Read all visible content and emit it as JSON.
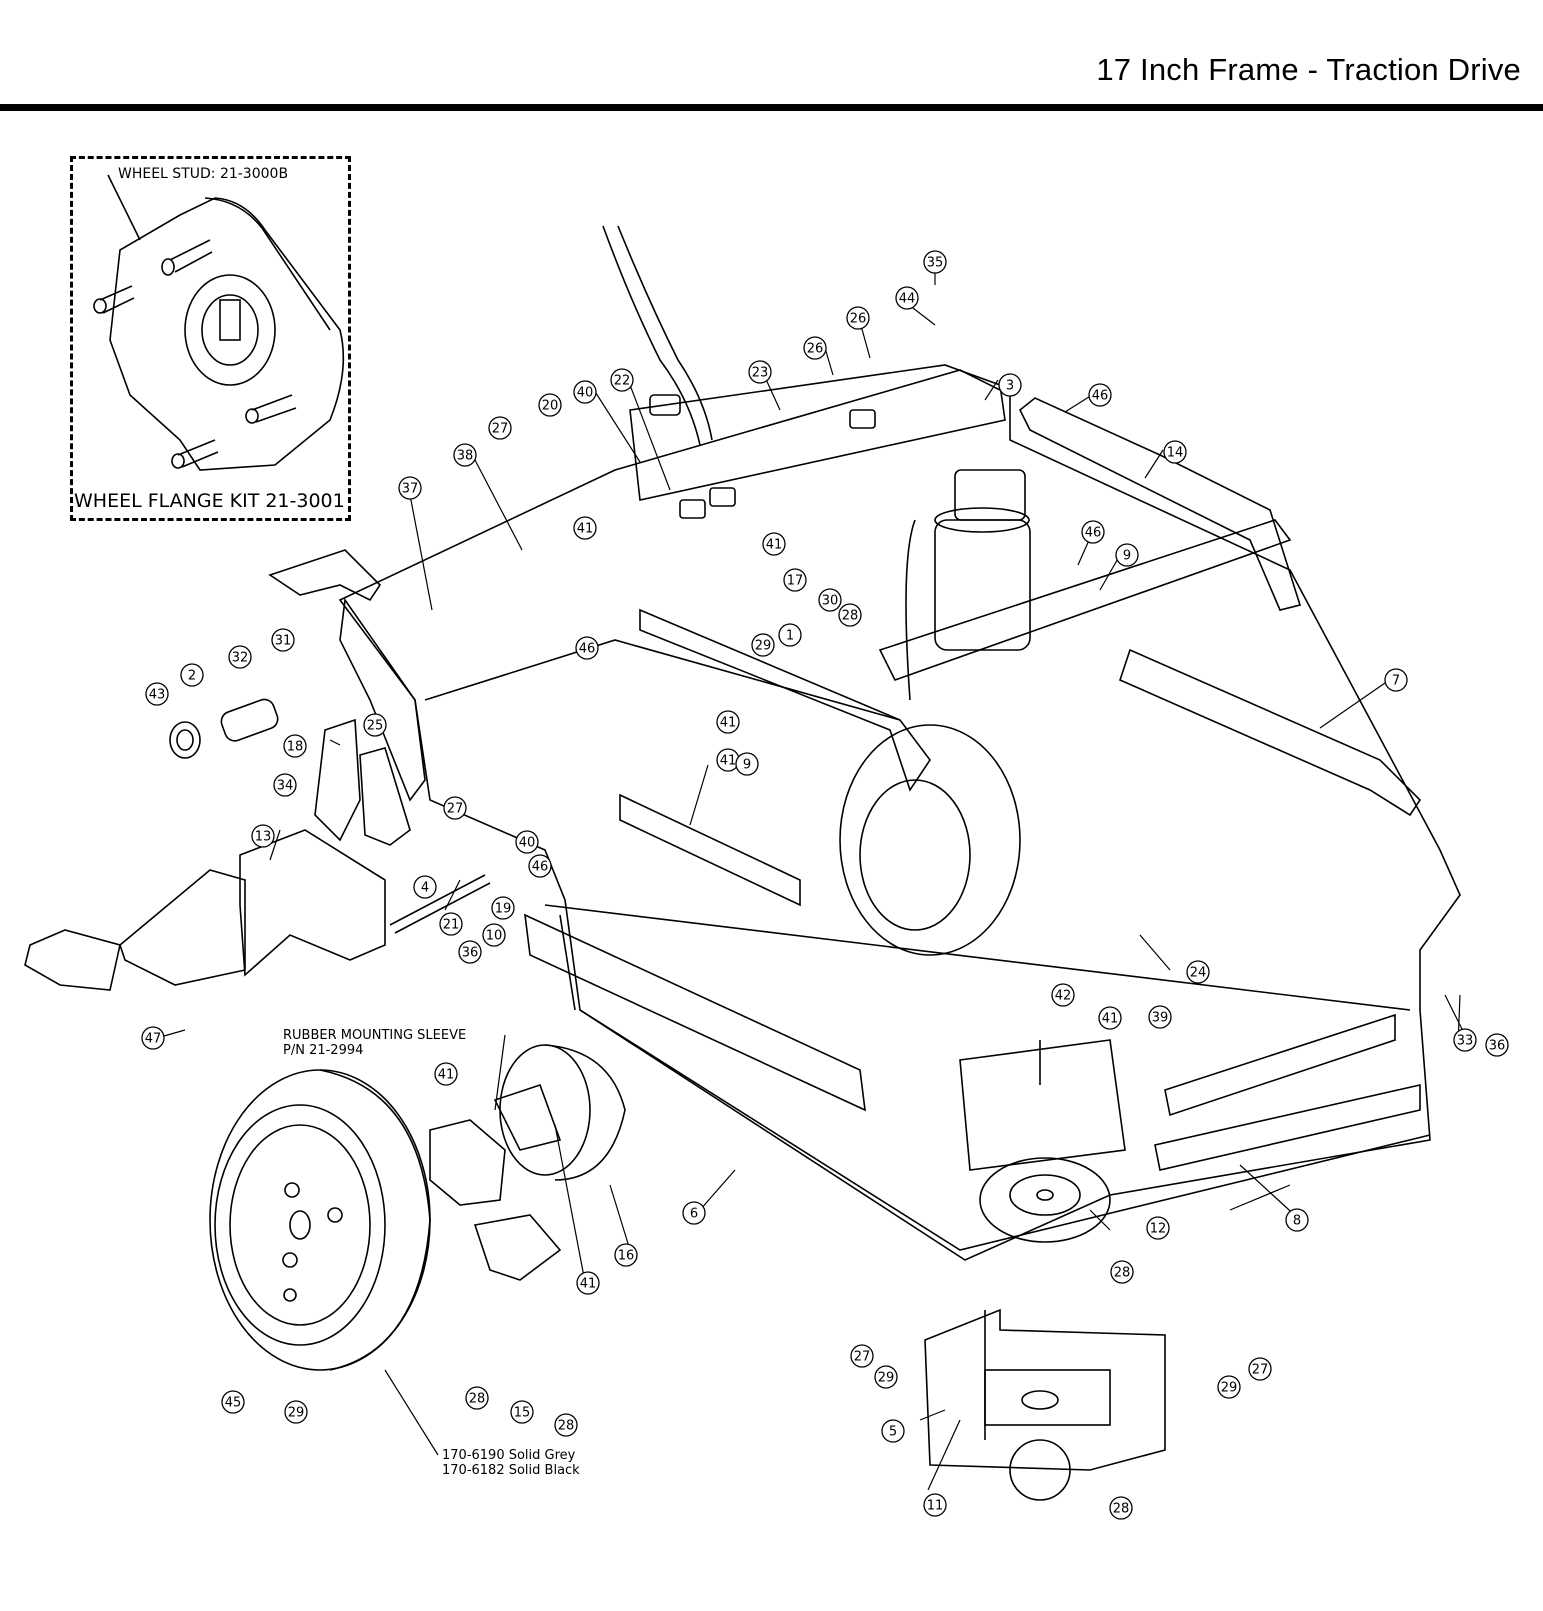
{
  "header": {
    "title": "17 Inch Frame - Traction Drive"
  },
  "inset": {
    "stud_label": "WHEEL STUD: 21-3000B",
    "kit_label": "WHEEL FLANGE KIT 21-3001"
  },
  "callouts": {
    "sleeve_line1": "RUBBER MOUNTING SLEEVE",
    "sleeve_line2": "P/N 21-2994",
    "wheel_line1": "170-6190 Solid Grey",
    "wheel_line2": "170-6182 Solid Black"
  },
  "balloons": [
    "35",
    "44",
    "26",
    "26",
    "23",
    "3",
    "46",
    "14",
    "46",
    "9",
    "22",
    "40",
    "20",
    "27",
    "38",
    "41",
    "41",
    "17",
    "30",
    "28",
    "1",
    "29",
    "37",
    "32",
    "31",
    "2",
    "43",
    "18",
    "25",
    "34",
    "27",
    "46",
    "41",
    "41",
    "9",
    "40",
    "46",
    "4",
    "13",
    "19",
    "10",
    "21",
    "36",
    "24",
    "7",
    "42",
    "41",
    "39",
    "33",
    "36",
    "47",
    "41",
    "12",
    "28",
    "8",
    "6",
    "16",
    "41",
    "28",
    "15",
    "28",
    "45",
    "29",
    "27",
    "29",
    "29",
    "27",
    "5",
    "11",
    "28"
  ]
}
